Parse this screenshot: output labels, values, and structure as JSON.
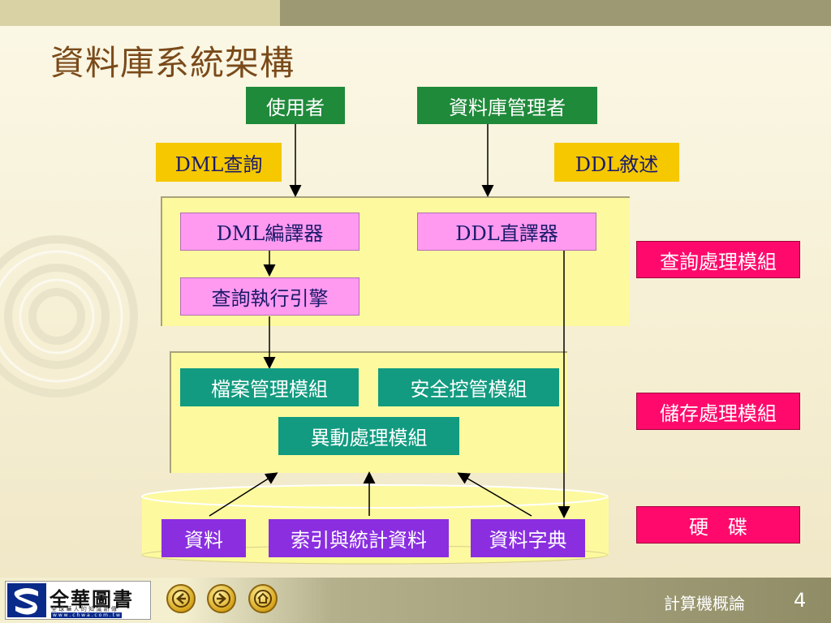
{
  "slide": {
    "title": "資料庫系統架構",
    "course": "計算機概論",
    "page_number": "4"
  },
  "diagram": {
    "user": "使用者",
    "dba": "資料庫管理者",
    "dml_query": "DML查詢",
    "ddl_statement": "DDL敘述",
    "dml_compiler": "DML編譯器",
    "ddl_interpreter": "DDL直譯器",
    "query_engine": "查詢執行引擎",
    "file_mgmt": "檔案管理模組",
    "security_mgmt": "安全控管模組",
    "transaction_mgmt": "異動處理模組",
    "data": "資料",
    "index_stats": "索引與統計資料",
    "data_dictionary": "資料字典",
    "label_query_proc": "查詢處理模組",
    "label_storage_proc": "儲存處理模組",
    "label_disk": "硬　碟"
  },
  "logo": {
    "text": "全華圖書",
    "sub": "全 球 華 人 的 知 識 新 傳",
    "url": "w w w . c h w a . c o m . t w"
  },
  "nav": {
    "prev_icon": "arrow-left-icon",
    "next_icon": "arrow-right-icon",
    "home_icon": "home-icon"
  },
  "colors": {
    "title": "#7a4a1a",
    "green": "#1f8a3a",
    "teal": "#129b80",
    "yellow": "#f5c800",
    "pink": "#ff9af0",
    "magenta": "#ff0a6c",
    "purple": "#8a2ee0",
    "panel": "#fdf99f",
    "footer": "#8f8c66"
  }
}
